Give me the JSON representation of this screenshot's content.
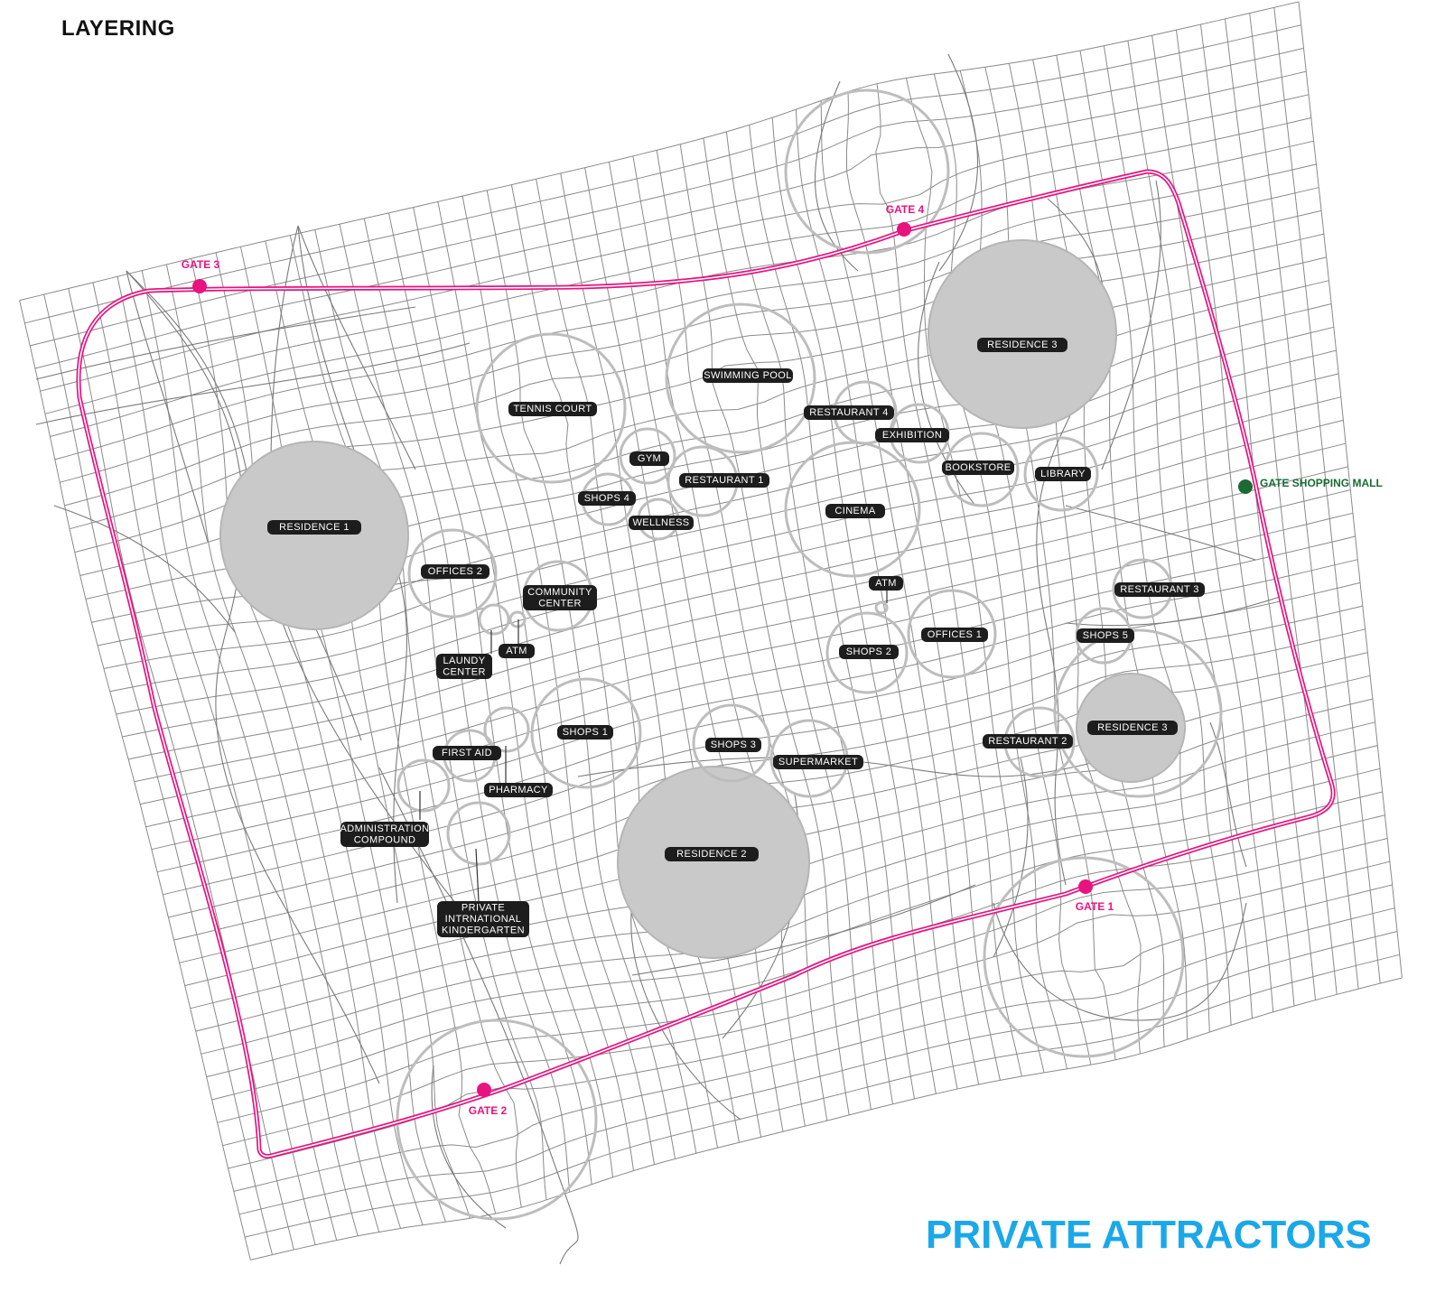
{
  "heading": "LAYERING",
  "subtitle": "PRIVATE ATTRACTORS",
  "colors": {
    "route": "#e8137f",
    "mall_gate": "#1a6b34",
    "subtitle": "#1ba8e8",
    "grid": "#8a8a8a",
    "residence_fill": "#c9c9c9",
    "label_fill": "#1d1d1d",
    "label_text": "#ffffff"
  },
  "gates": [
    {
      "id": "gate-1",
      "label": "GATE 1"
    },
    {
      "id": "gate-2",
      "label": "GATE 2"
    },
    {
      "id": "gate-3",
      "label": "GATE 3"
    },
    {
      "id": "gate-4",
      "label": "GATE 4"
    },
    {
      "id": "gate-shopping-mall",
      "label": "GATE SHOPPING MALL"
    }
  ],
  "attractors": [
    {
      "id": "residence-1",
      "label": "RESIDENCE 1",
      "kind": "residence"
    },
    {
      "id": "residence-2",
      "label": "RESIDENCE 2",
      "kind": "residence"
    },
    {
      "id": "residence-3a",
      "label": "RESIDENCE 3",
      "kind": "residence"
    },
    {
      "id": "residence-3b",
      "label": "RESIDENCE 3",
      "kind": "residence"
    },
    {
      "id": "tennis-court",
      "label": "TENNIS COURT",
      "kind": "facility"
    },
    {
      "id": "swimming-pool",
      "label": "SWIMMING POOL",
      "kind": "facility"
    },
    {
      "id": "restaurant-4",
      "label": "RESTAURANT 4",
      "kind": "facility"
    },
    {
      "id": "exhibition",
      "label": "EXHIBITION",
      "kind": "facility"
    },
    {
      "id": "bookstore",
      "label": "BOOKSTORE",
      "kind": "facility"
    },
    {
      "id": "library",
      "label": "LIBRARY",
      "kind": "facility"
    },
    {
      "id": "gym",
      "label": "GYM",
      "kind": "facility"
    },
    {
      "id": "restaurant-1",
      "label": "RESTAURANT 1",
      "kind": "facility"
    },
    {
      "id": "shops-4",
      "label": "SHOPS 4",
      "kind": "facility"
    },
    {
      "id": "wellness",
      "label": "WELLNESS",
      "kind": "facility"
    },
    {
      "id": "cinema",
      "label": "CINEMA",
      "kind": "facility"
    },
    {
      "id": "offices-2",
      "label": "OFFICES 2",
      "kind": "facility"
    },
    {
      "id": "community-center",
      "label": "COMMUNITY CENTER",
      "kind": "facility"
    },
    {
      "id": "atm-west",
      "label": "ATM",
      "kind": "facility"
    },
    {
      "id": "laundry-center",
      "label": "LAUNDY CENTER",
      "kind": "facility"
    },
    {
      "id": "atm-east",
      "label": "ATM",
      "kind": "facility"
    },
    {
      "id": "shops-2",
      "label": "SHOPS 2",
      "kind": "facility"
    },
    {
      "id": "offices-1",
      "label": "OFFICES 1",
      "kind": "facility"
    },
    {
      "id": "restaurant-3",
      "label": "RESTAURANT 3",
      "kind": "facility"
    },
    {
      "id": "shops-5",
      "label": "SHOPS 5",
      "kind": "facility"
    },
    {
      "id": "shops-1",
      "label": "SHOPS 1",
      "kind": "facility"
    },
    {
      "id": "first-aid",
      "label": "FIRST AID",
      "kind": "facility"
    },
    {
      "id": "pharmacy",
      "label": "PHARMACY",
      "kind": "facility"
    },
    {
      "id": "shops-3",
      "label": "SHOPS 3",
      "kind": "facility"
    },
    {
      "id": "supermarket",
      "label": "SUPERMARKET",
      "kind": "facility"
    },
    {
      "id": "restaurant-2",
      "label": "RESTAURANT 2",
      "kind": "facility"
    },
    {
      "id": "administration-compound",
      "label": "ADMINISTRATION COMPOUND",
      "kind": "facility"
    },
    {
      "id": "private-kindergarten",
      "label": "PRIVATE INTRNATIONAL KINDERGARTEN",
      "kind": "facility"
    }
  ]
}
